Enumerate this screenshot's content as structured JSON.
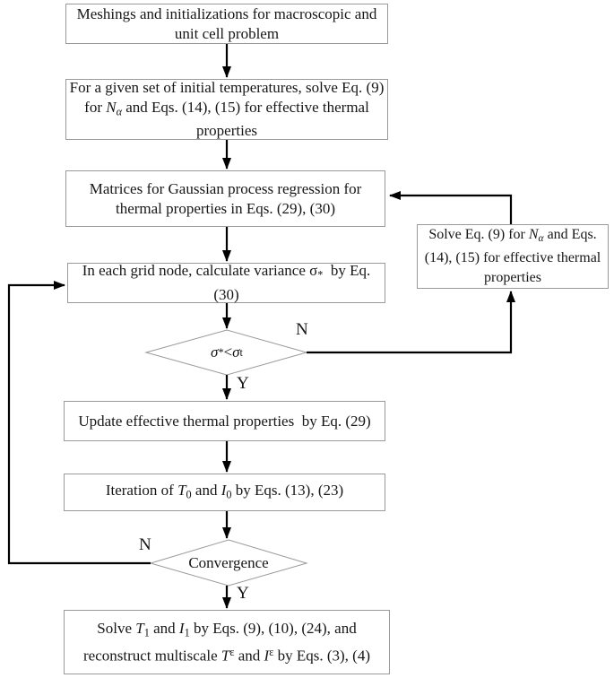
{
  "diagram": {
    "type": "flowchart",
    "colors": {
      "background": "#ffffff",
      "box_border": "#9a9a9a",
      "arrow": "#000000",
      "text": "#161616"
    },
    "nodes": {
      "meshings": {
        "shape": "rect",
        "segments": [
          {
            "t": "Meshings and initializations for macroscopic and unit cell problem"
          }
        ]
      },
      "initial_temps": {
        "shape": "rect",
        "segments": [
          {
            "t": "For a given set of initial temperatures, solve Eq. (9) for "
          },
          {
            "t": "N",
            "i": true
          },
          {
            "t": "α",
            "i": true,
            "sub": true
          },
          {
            "t": " and Eqs. (14), (15) for effective thermal properties"
          }
        ]
      },
      "gpr_matrices": {
        "shape": "rect",
        "segments": [
          {
            "t": "Matrices for Gaussian process regression for thermal properties in Eqs. (29), (30)"
          }
        ]
      },
      "side_solve": {
        "shape": "rect",
        "segments": [
          {
            "t": "Solve Eq. (9) for "
          },
          {
            "t": "N",
            "i": true
          },
          {
            "t": "α",
            "i": true,
            "sub": true
          },
          {
            "t": " and Eqs. (14), (15) for effective thermal properties"
          }
        ]
      },
      "grid_variance": {
        "shape": "rect",
        "segments": [
          {
            "t": "In each grid node, calculate variance σ"
          },
          {
            "t": "*",
            "sub": true
          },
          {
            "t": "  by Eq. (30)"
          }
        ]
      },
      "sigma_decision": {
        "shape": "diamond",
        "segments": [
          {
            "t": "σ",
            "i": true
          },
          {
            "t": "*",
            "sub": true
          },
          {
            "t": "<"
          },
          {
            "t": "σ",
            "i": true
          },
          {
            "t": "t",
            "sub": true
          }
        ]
      },
      "update_props": {
        "shape": "rect",
        "segments": [
          {
            "t": "Update effective thermal properties  by Eq. (29)"
          }
        ]
      },
      "iteration": {
        "shape": "rect",
        "segments": [
          {
            "t": "Iteration of "
          },
          {
            "t": "T",
            "i": true
          },
          {
            "t": "0",
            "sub": true
          },
          {
            "t": " and "
          },
          {
            "t": "I",
            "i": true
          },
          {
            "t": "0",
            "sub": true
          },
          {
            "t": " by Eqs. (13), (23)"
          }
        ]
      },
      "convergence_decision": {
        "shape": "diamond",
        "segments": [
          {
            "t": "Convergence"
          }
        ]
      },
      "final_solve": {
        "shape": "rect",
        "segments": [
          {
            "t": "Solve "
          },
          {
            "t": "T",
            "i": true
          },
          {
            "t": "1",
            "sub": true
          },
          {
            "t": " and "
          },
          {
            "t": "I",
            "i": true
          },
          {
            "t": "1",
            "sub": true
          },
          {
            "t": " by Eqs. (9), (10), (24), and reconstruct multiscale "
          },
          {
            "t": "T",
            "i": true
          },
          {
            "t": "ε",
            "sup": true
          },
          {
            "t": " and "
          },
          {
            "t": "I",
            "i": true
          },
          {
            "t": "ε",
            "sup": true
          },
          {
            "t": " by Eqs. (3), (4)"
          }
        ]
      }
    },
    "branch_labels": {
      "sigma_no": "N",
      "sigma_yes": "Y",
      "convergence_no": "N",
      "convergence_yes": "Y"
    }
  }
}
